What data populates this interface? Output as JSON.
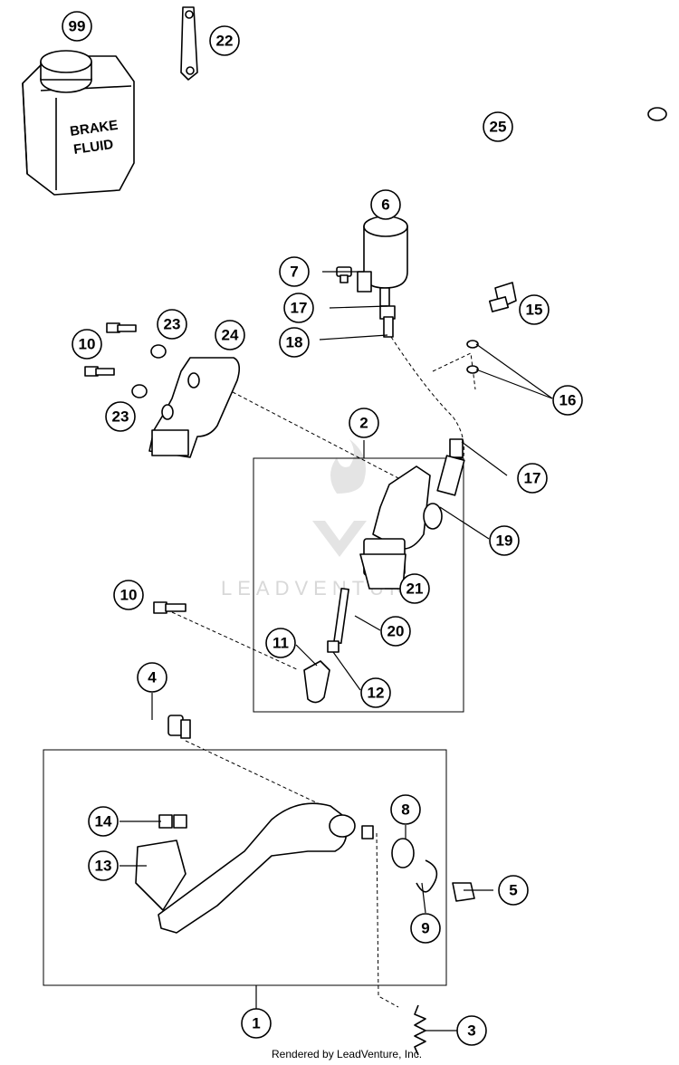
{
  "callouts": {
    "c99": "99",
    "c22": "22",
    "c25": "25",
    "c6": "6",
    "c7": "7",
    "c17a": "17",
    "c18": "18",
    "c15": "15",
    "c16": "16",
    "c23a": "23",
    "c24": "24",
    "c10a": "10",
    "c23b": "23",
    "c2": "2",
    "c17b": "17",
    "c19": "19",
    "c21": "21",
    "c10b": "10",
    "c20": "20",
    "c11": "11",
    "c12": "12",
    "c4": "4",
    "c14": "14",
    "c8": "8",
    "c13": "13",
    "c5": "5",
    "c9": "9",
    "c1": "1",
    "c3": "3"
  },
  "can_label": {
    "line1": "BRAKE",
    "line2": "FLUID"
  },
  "watermark": "LEADVENTURE",
  "footer": "Rendered by LeadVenture, Inc.",
  "colors": {
    "ink": "#000000",
    "watermark": "#d8d8d8",
    "background": "#ffffff"
  }
}
